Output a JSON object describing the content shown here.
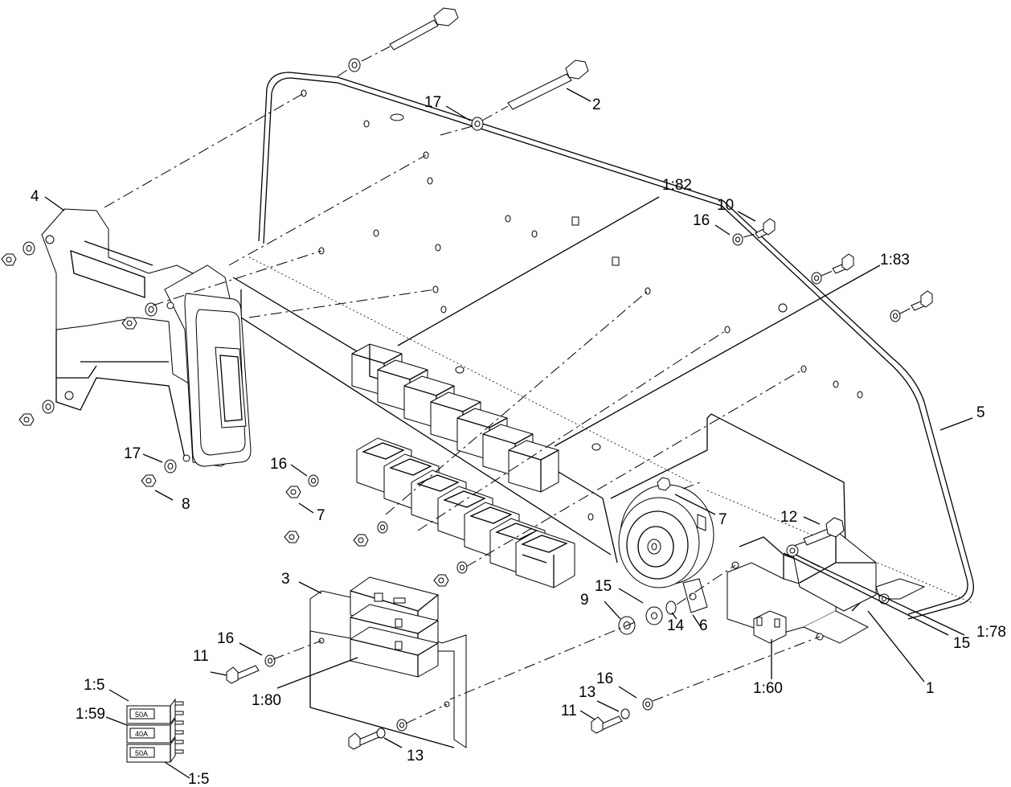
{
  "callouts": {
    "c_17a": "17",
    "c_2": "2",
    "c_4": "4",
    "c_182": "1:82",
    "c_10": "10",
    "c_16a": "16",
    "c_183": "1:83",
    "c_5": "5",
    "c_17b": "17",
    "c_8": "8",
    "c_16b": "16",
    "c_7a": "7",
    "c_7b": "7",
    "c_12": "12",
    "c_3": "3",
    "c_15a": "15",
    "c_9": "9",
    "c_14": "14",
    "c_6": "6",
    "c_15b": "15",
    "c_178": "1:78",
    "c_1": "1",
    "c_11a": "11",
    "c_16c": "16",
    "c_180": "1:80",
    "c_160": "1:60",
    "c_16d": "16",
    "c_13a": "13",
    "c_11b": "11",
    "c_13b": "13",
    "c_15fuse": "1:5",
    "c_159": "1:59",
    "c_15fuse2": "1:5"
  },
  "fuses": {
    "f1": "50A",
    "f2": "40A",
    "f3": "50A"
  }
}
